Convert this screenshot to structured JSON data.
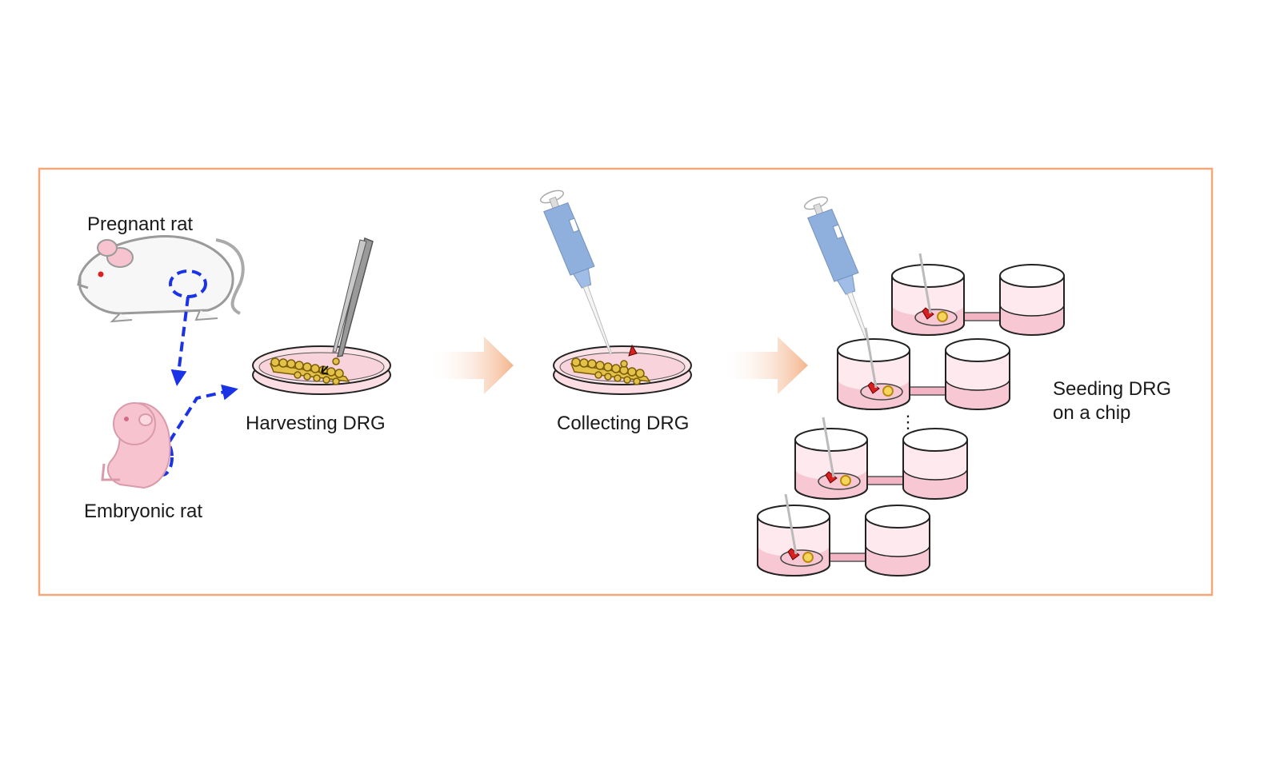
{
  "labels": {
    "pregnant_rat": "Pregnant rat",
    "embryonic_rat": "Embryonic rat",
    "harvesting": "Harvesting DRG",
    "collecting": "Collecting DRG",
    "seeding_line1": "Seeding DRG",
    "seeding_line2": "on a chip",
    "ellipsis": "⋮"
  },
  "colors": {
    "frame": "#f2a878",
    "dashed_arrow": "#1a33e6",
    "dish_fill": "#fbdde3",
    "drg": "#c9a21c",
    "pipette": "#8fb0dc",
    "arrow_gradient_end": "#f3b58c",
    "rat_pink": "#f7c3cf",
    "channel": "#f2b3c2"
  },
  "icons": [
    "pregnant-rat-icon",
    "embryo-icon",
    "forceps-icon",
    "pipette-icon",
    "petri-dish-icon",
    "chip-icon",
    "process-arrow-icon"
  ]
}
